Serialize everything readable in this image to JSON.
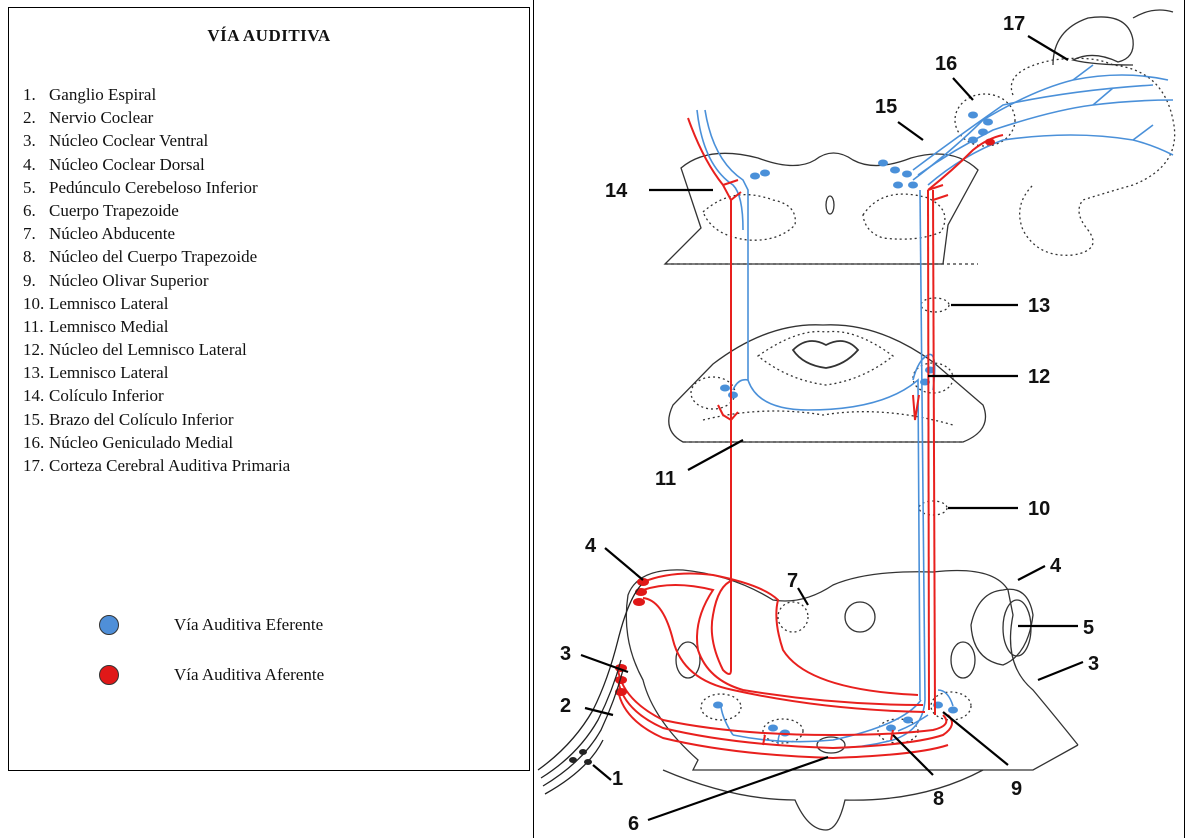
{
  "legend": {
    "title": "VÍA AUDITIVA",
    "items": [
      {
        "num": "1.",
        "label": "Ganglio Espiral"
      },
      {
        "num": "2.",
        "label": "Nervio Coclear"
      },
      {
        "num": "3.",
        "label": "Núcleo Coclear Ventral"
      },
      {
        "num": "4.",
        "label": "Núcleo Coclear Dorsal"
      },
      {
        "num": "5.",
        "label": "Pedúnculo Cerebeloso Inferior"
      },
      {
        "num": "6.",
        "label": "Cuerpo Trapezoide"
      },
      {
        "num": "7.",
        "label": "Núcleo Abducente"
      },
      {
        "num": "8.",
        "label": "Núcleo del Cuerpo Trapezoide"
      },
      {
        "num": "9.",
        "label": "Núcleo Olivar Superior"
      },
      {
        "num": "10.",
        "label": "Lemnisco Lateral"
      },
      {
        "num": "11.",
        "label": "Lemnisco Medial"
      },
      {
        "num": "12.",
        "label": "Núcleo del Lemnisco Lateral"
      },
      {
        "num": "13.",
        "label": "Lemnisco Lateral"
      },
      {
        "num": "14.",
        "label": "Colículo Inferior"
      },
      {
        "num": "15.",
        "label": "Brazo del Colículo Inferior"
      },
      {
        "num": "16.",
        "label": "Núcleo Geniculado Medial"
      },
      {
        "num": "17.",
        "label": "Corteza Cerebral Auditiva Primaria"
      }
    ],
    "key": [
      {
        "label": "Vía Auditiva Eferente",
        "color": "#4f8fd8"
      },
      {
        "label": "Vía Auditiva Aferente",
        "color": "#e01818"
      }
    ]
  },
  "diagram": {
    "colors": {
      "efferent": "#4a90d9",
      "afferent": "#e8201e",
      "outline": "#333333"
    },
    "labels": [
      "1",
      "2",
      "3",
      "3",
      "4",
      "4",
      "5",
      "6",
      "7",
      "8",
      "9",
      "10",
      "11",
      "12",
      "13",
      "14",
      "15",
      "16",
      "17"
    ]
  }
}
